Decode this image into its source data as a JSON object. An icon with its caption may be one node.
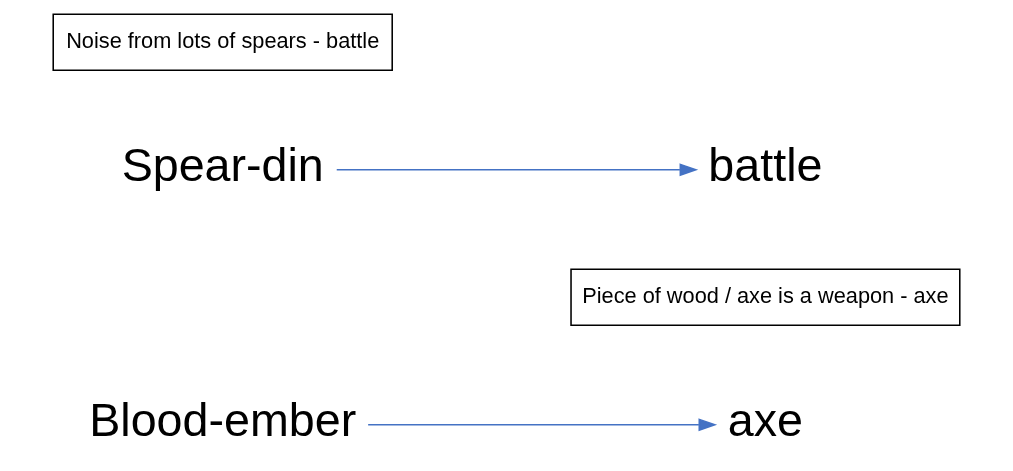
{
  "diagram": {
    "nodes": [
      {
        "text": [
          "Blood-ember"
        ]
      },
      {
        "text": [
          "Piece of wood / axe is a weapon - axe"
        ]
      },
      {
        "text": [
          "battle"
        ]
      },
      {
        "text": [
          "Spear-din"
        ]
      },
      {
        "text": [
          "Noise from lots of spears - battle"
        ]
      },
      {
        "text": [
          "axe"
        ]
      }
    ],
    "edges": [
      {
        "from": 0,
        "to": 5,
        "arrow": "to"
      },
      {
        "from": 3,
        "to": 2,
        "arrow": "to"
      }
    ]
  }
}
